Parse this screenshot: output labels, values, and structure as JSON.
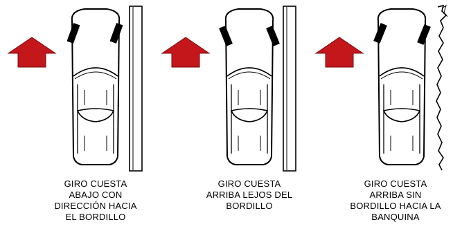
{
  "colors": {
    "arrow_fill": "#c4171c",
    "arrow_stroke": "#7a0a0c",
    "tire": "#000000",
    "outline": "#000000",
    "background": "#ffffff"
  },
  "panels": [
    {
      "caption_lines": [
        "GIRO CUESTA",
        "ABAJO CON",
        "DIRECCIÓN HACIA",
        "EL BORDILLO"
      ],
      "wheel_direction": "toward-curb",
      "edge_type": "curb",
      "arrow_icon": "up-arrow-icon"
    },
    {
      "caption_lines": [
        "GIRO CUESTA",
        "ARRIBA LEJOS DEL",
        "BORDILLO"
      ],
      "wheel_direction": "away-from-curb",
      "edge_type": "curb",
      "arrow_icon": "up-arrow-icon"
    },
    {
      "caption_lines": [
        "GIRO CUESTA",
        "ARRIBA SIN",
        "BORDILLO HACIA LA",
        "BANQUINA"
      ],
      "wheel_direction": "toward-shoulder",
      "edge_type": "road-edge",
      "arrow_icon": "up-arrow-icon"
    }
  ]
}
